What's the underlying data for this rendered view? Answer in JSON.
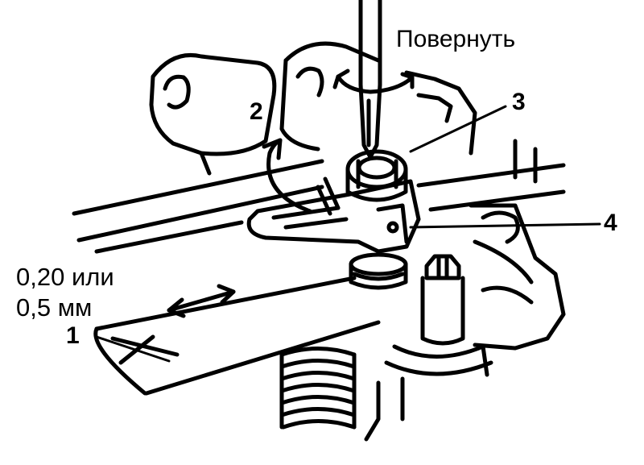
{
  "labels": {
    "turn": "Повернуть",
    "num_1": "1",
    "num_2": "2",
    "num_3": "3",
    "num_4": "4",
    "gap_line1": "0,20 или",
    "gap_line2": "0,5 мм"
  },
  "colors": {
    "ink": "#000000",
    "paper": "#ffffff"
  }
}
